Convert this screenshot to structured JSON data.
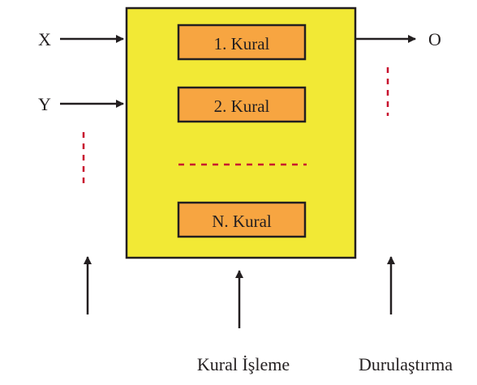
{
  "inputs": {
    "x_label": "X",
    "y_label": "Y"
  },
  "output": {
    "label": "O"
  },
  "rules": {
    "rule_1": "1. Kural",
    "rule_2": "2. Kural",
    "rule_n": "N. Kural"
  },
  "bottom_labels": {
    "rule_processing": "Kural İşleme",
    "defuzzification": "Durulaştırma"
  },
  "colors": {
    "block_fill": "#f2e935",
    "rule_fill": "#f7a541",
    "dashed": "#c8102e",
    "stroke": "#231f20"
  }
}
